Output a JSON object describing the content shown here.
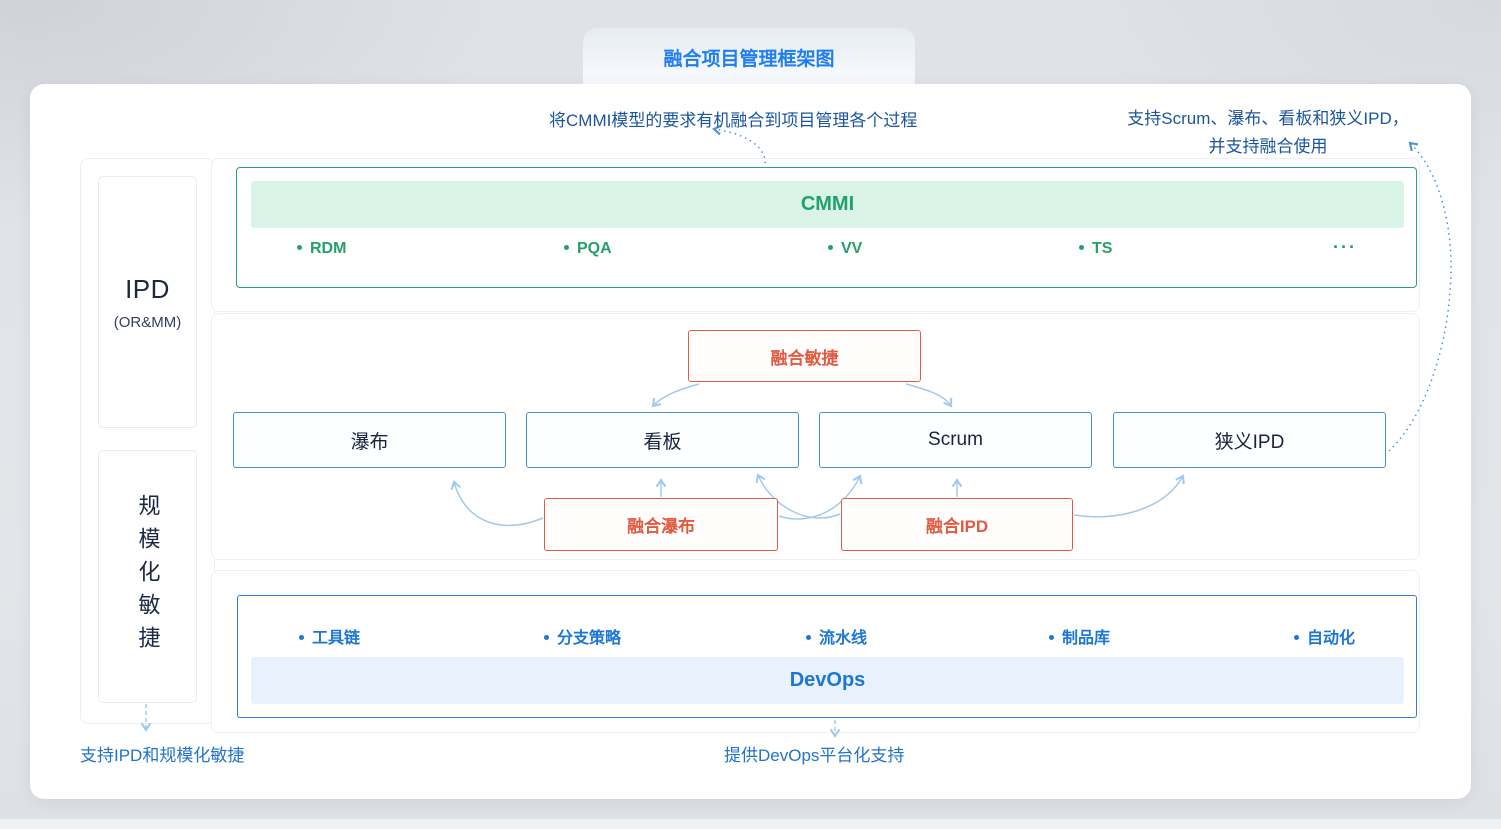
{
  "banner": {
    "title": "融合项目管理框架图"
  },
  "annotations": {
    "cmmi_note": "将CMMI模型的要求有机融合到项目管理各个过程",
    "methods_note_line1": "支持Scrum、瀑布、看板和狭义IPD，",
    "methods_note_line2": "并支持融合使用",
    "ipd_caption": "支持IPD和规模化敏捷",
    "devops_caption": "提供DevOps平台化支持"
  },
  "left_column": {
    "ipd_title": "IPD",
    "ipd_subtitle": "(OR&MM)",
    "scaled_agile": "规模化敏捷"
  },
  "cmmi": {
    "title": "CMMI",
    "items": [
      "RDM",
      "PQA",
      "VV",
      "TS"
    ],
    "more": "···"
  },
  "methods": [
    "瀑布",
    "看板",
    "Scrum",
    "狭义IPD"
  ],
  "fusion": {
    "agile": "融合敏捷",
    "waterfall": "融合瀑布",
    "ipd": "融合IPD"
  },
  "devops": {
    "title": "DevOps",
    "items": [
      "工具链",
      "分支策略",
      "流水线",
      "制品库",
      "自动化"
    ]
  },
  "colors": {
    "title_blue": "#1f7ff0",
    "note_blue": "#1b559e",
    "caption_blue": "#2273cb",
    "green_accent": "#23a16d",
    "green_fill": "#daf3e7",
    "method_border_blue": "#3f8ed4",
    "devops_blue": "#1b77d3",
    "devops_fill": "#e9f2fc",
    "orange_accent": "#e25a41",
    "arrow_light_blue": "#a3c9ec",
    "arrow_dotted_blue": "#4f90d9"
  }
}
